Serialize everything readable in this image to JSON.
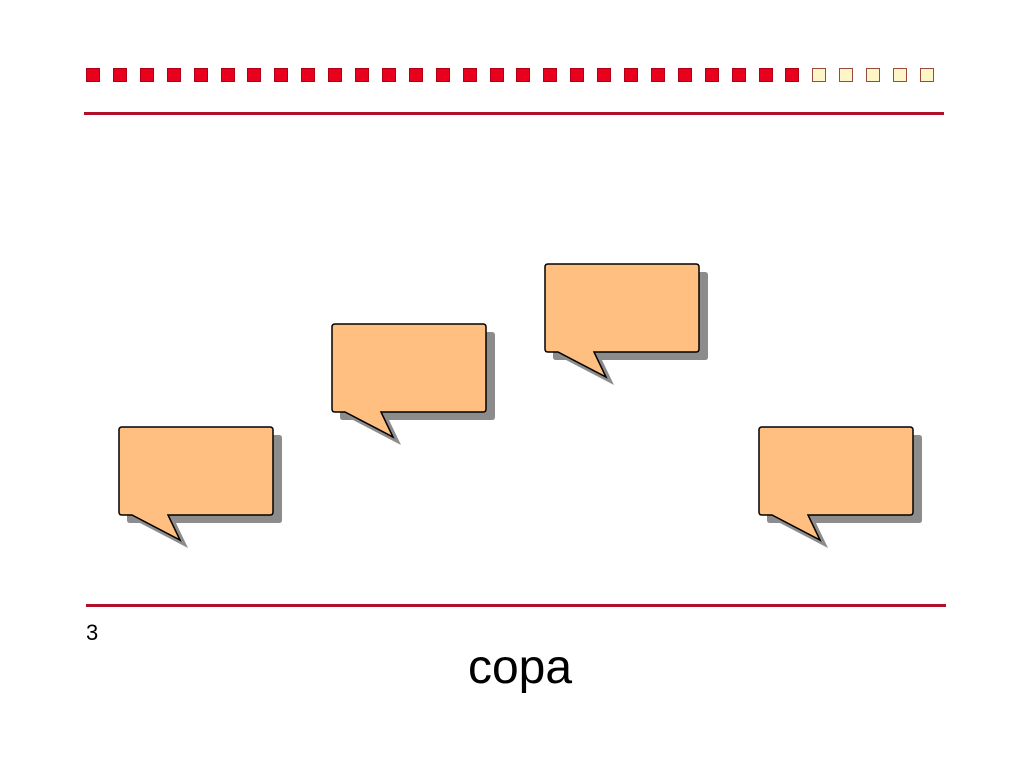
{
  "slide": {
    "number": "3",
    "caption": "copa"
  },
  "progress": {
    "filled_count": 27,
    "total_count": 32,
    "filled_color": "#e8001c",
    "empty_color": "#fff6c8"
  },
  "colors": {
    "rule": "#b0102a",
    "bubble_fill": "#ffbf80",
    "bubble_shadow": "#8c8c8c",
    "bubble_stroke": "#000000"
  }
}
